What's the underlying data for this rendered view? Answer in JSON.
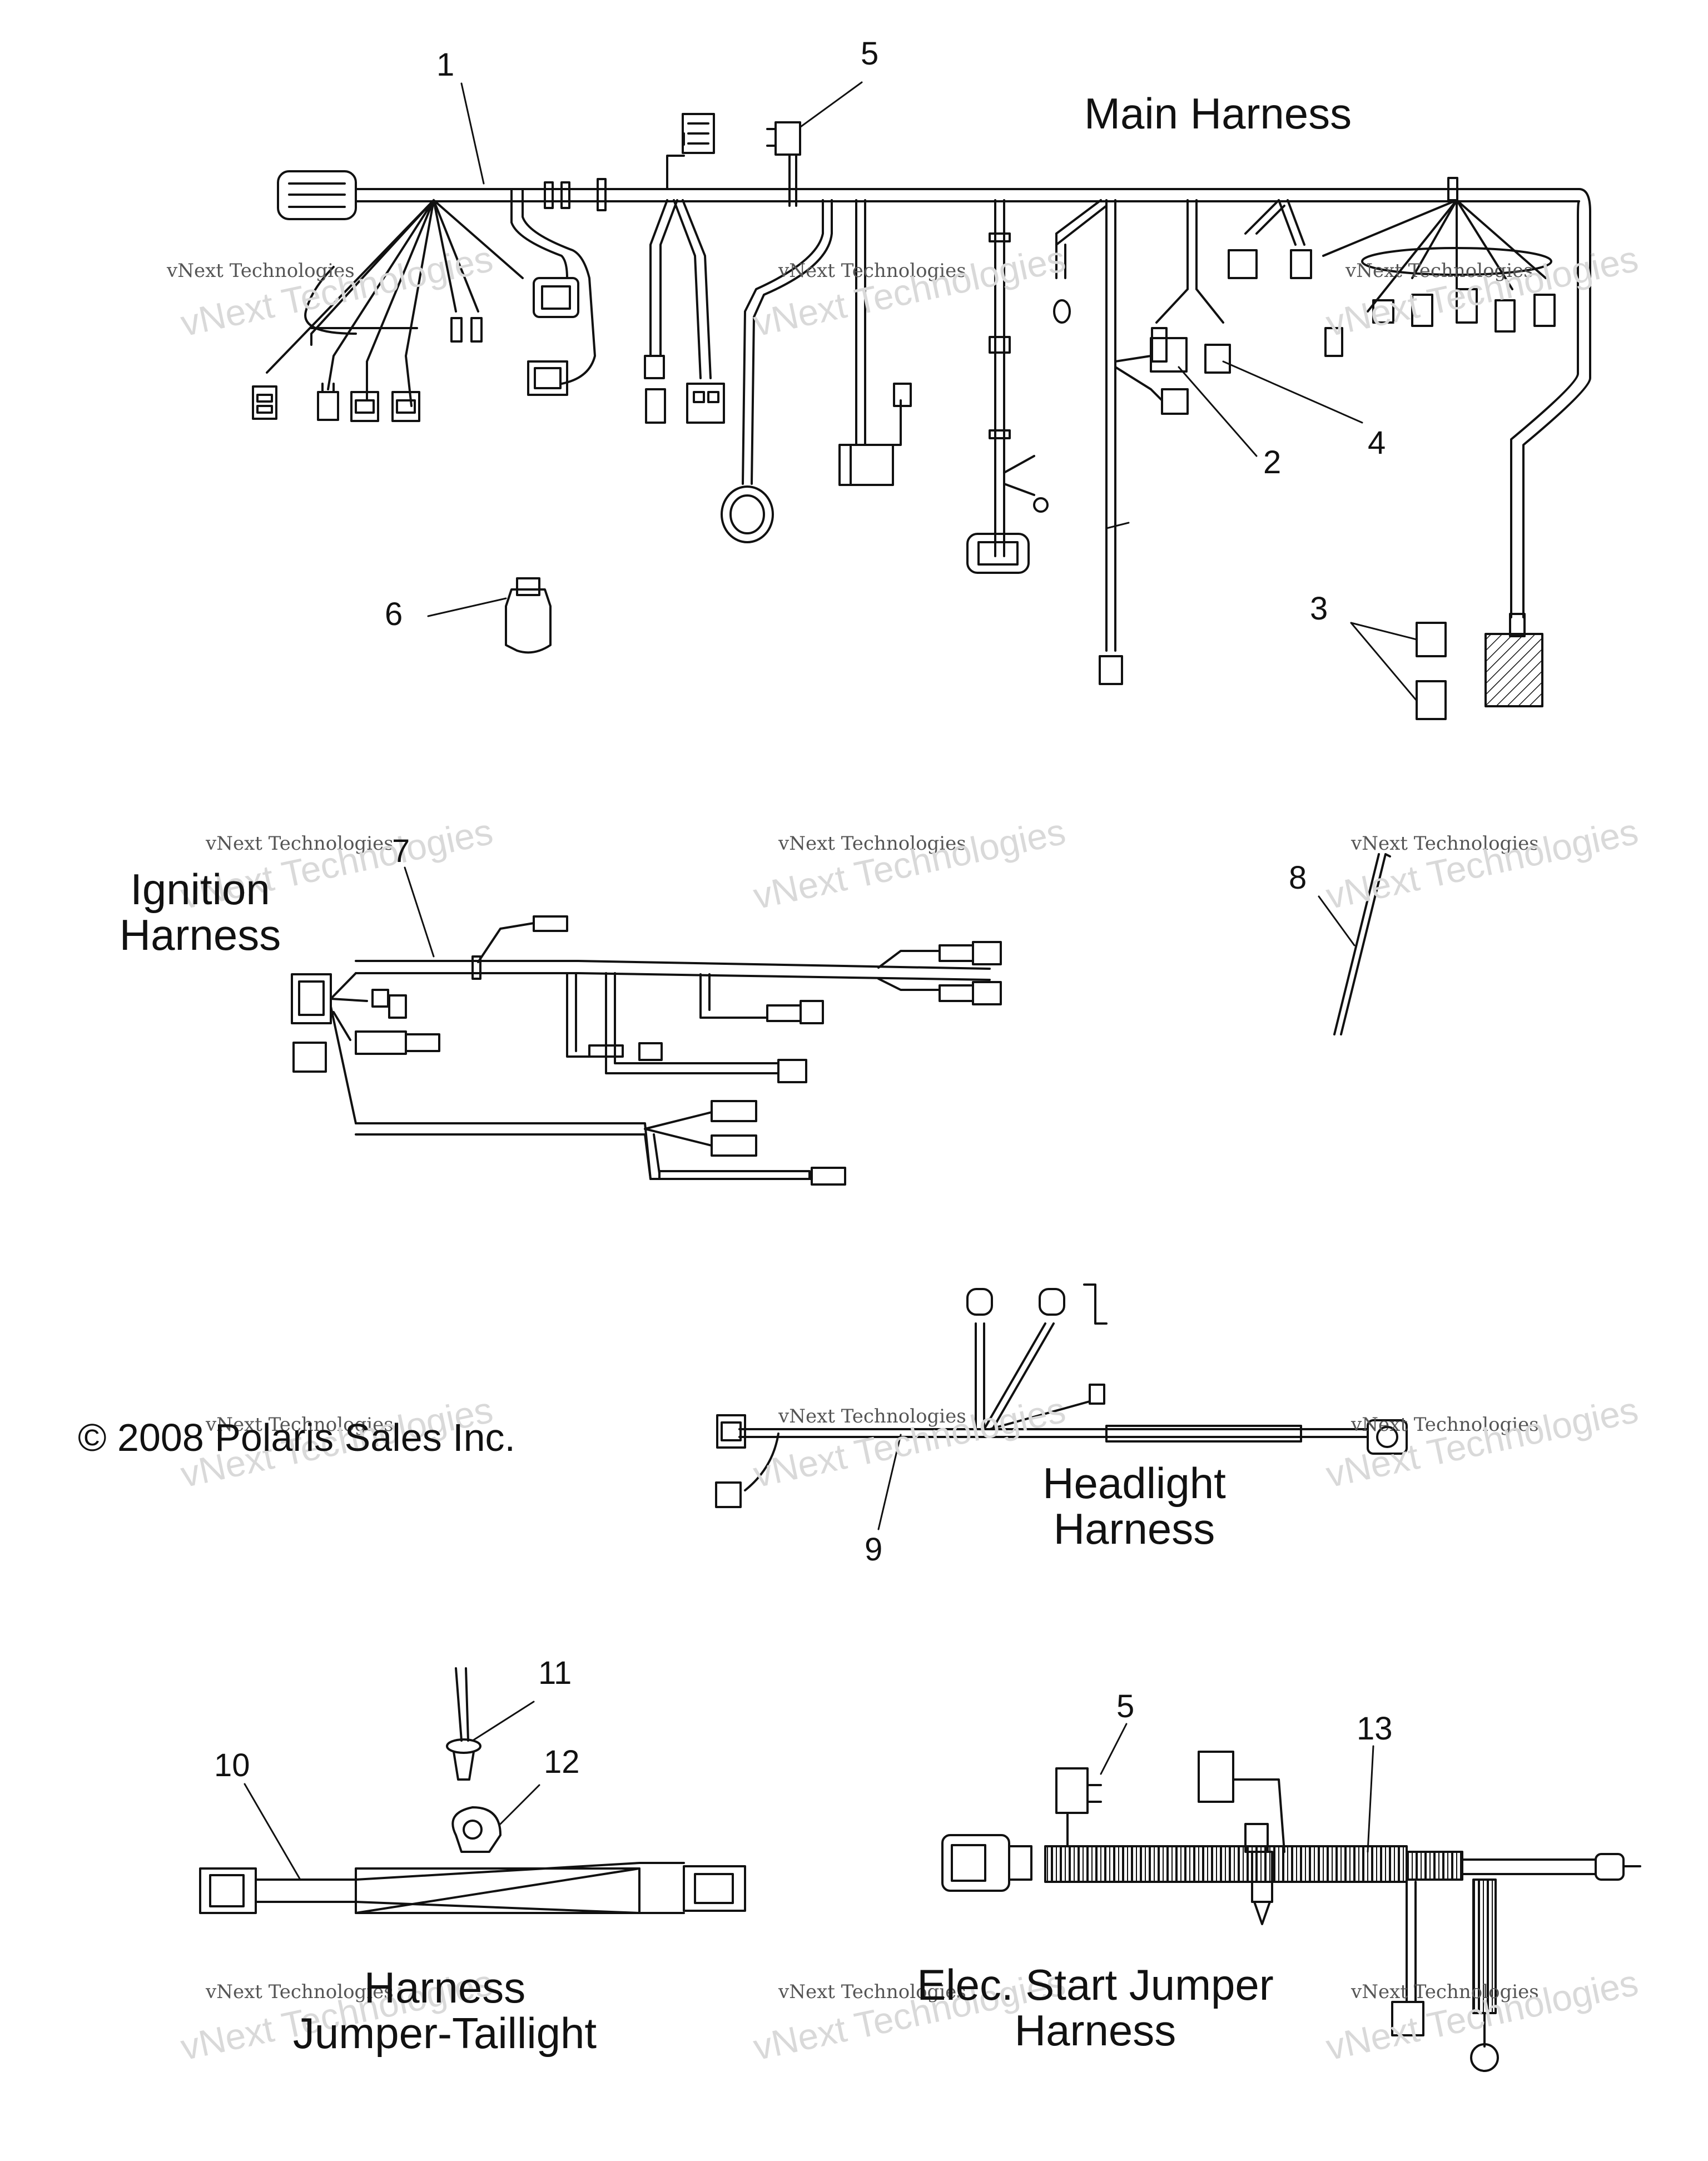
{
  "titles": {
    "main_harness": "Main Harness",
    "ignition_harness_line1": "Ignition",
    "ignition_harness_line2": "Harness",
    "headlight_harness_line1": "Headlight",
    "headlight_harness_line2": "Harness",
    "taillight_harness_line1": "Harness",
    "taillight_harness_line2": "Jumper-Taillight",
    "elec_start_line1": "Elec. Start Jumper",
    "elec_start_line2": "Harness"
  },
  "copyright": "© 2008 Polaris Sales Inc.",
  "watermark": {
    "small": "vNext Technologies",
    "large": "vNext Technologies"
  },
  "callouts": {
    "c1": "1",
    "c2": "2",
    "c3": "3",
    "c4": "4",
    "c5_top": "5",
    "c6": "6",
    "c7": "7",
    "c8": "8",
    "c9": "9",
    "c10": "10",
    "c11": "11",
    "c12": "12",
    "c5_bottom": "5",
    "c13": "13"
  },
  "colors": {
    "line": "#111111",
    "watermark": "#d9d9d9"
  }
}
